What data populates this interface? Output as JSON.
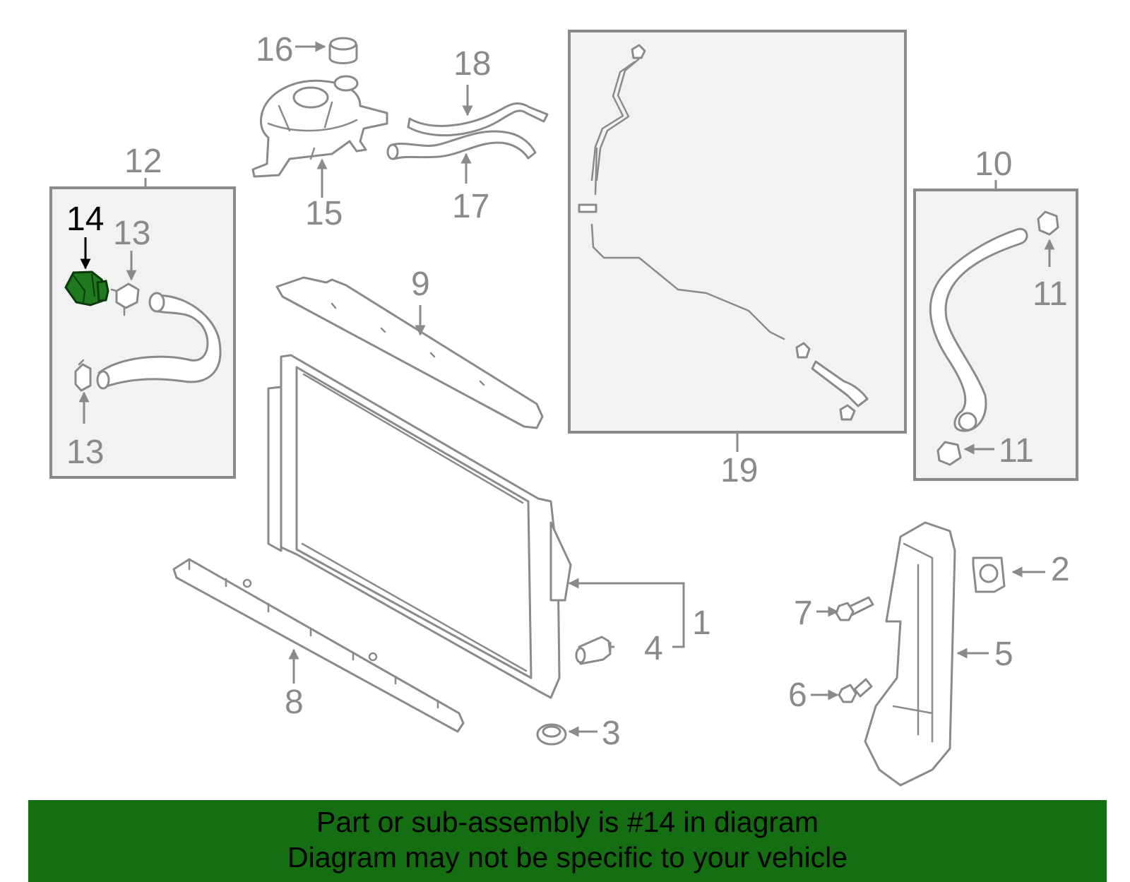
{
  "labels": {
    "p1": "1",
    "p2": "2",
    "p3": "3",
    "p4": "4",
    "p5": "5",
    "p6": "6",
    "p7": "7",
    "p8": "8",
    "p9": "9",
    "p10": "10",
    "p11a": "11",
    "p11b": "11",
    "p12": "12",
    "p13a": "13",
    "p13b": "13",
    "p14": "14",
    "p15": "15",
    "p16": "16",
    "p17": "17",
    "p18": "18",
    "p19": "19"
  },
  "highlighted_part": "14",
  "colors": {
    "line": "#8a8a8a",
    "highlight": "#1f7a1f",
    "banner": "#156e12"
  },
  "banner": {
    "line1": "Part or sub-assembly is #14 in diagram",
    "line2": "Diagram may not be specific to your vehicle"
  }
}
